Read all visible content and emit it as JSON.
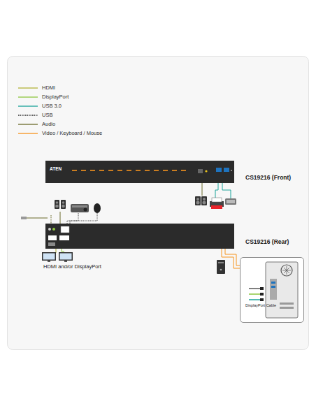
{
  "diagram": {
    "nodes": [
      {
        "text": [
          "ATEN",
          "CS19216 (Front)"
        ]
      },
      {
        "text": [
          "CS19216 (Rear)"
        ]
      },
      {
        "text": [
          "DisplayPort Cable"
        ]
      }
    ],
    "edges": [
      {
        "from": 1,
        "to": 2,
        "arrow": "none"
      }
    ],
    "labels": [
      "HDMI and/or DisplayPort"
    ],
    "legend": [
      {
        "text": "HDMI"
      },
      {
        "text": "DisplayPort"
      },
      {
        "text": "USB 3.0"
      },
      {
        "text": "USB"
      },
      {
        "text": "Audio"
      },
      {
        "text": "Video / Keyboard / Mouse"
      }
    ]
  }
}
